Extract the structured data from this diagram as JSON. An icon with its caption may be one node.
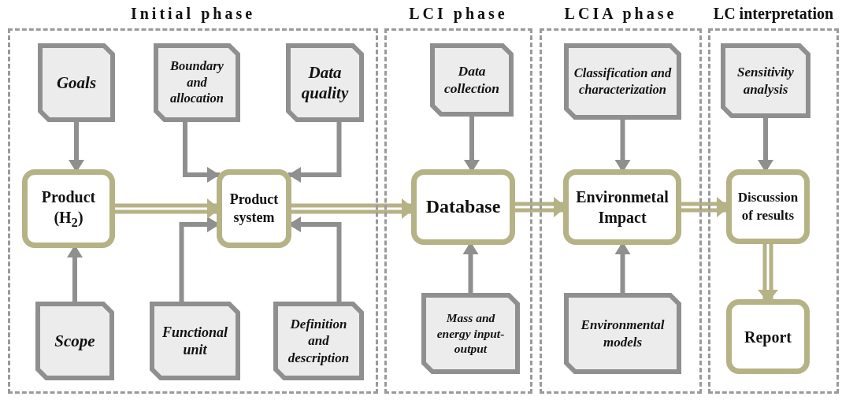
{
  "diagram": {
    "nodes": [
      {
        "text": [
          "Initial phase"
        ]
      },
      {
        "text": [
          "Goals"
        ],
        "in": 0
      },
      {
        "text": [
          "Boundary and allocation"
        ],
        "in": 0
      },
      {
        "text": [
          "Data quality"
        ],
        "in": 0
      },
      {
        "text": [
          "Product (H$_{2}$)"
        ],
        "in": 0
      },
      {
        "text": [
          "Product system"
        ],
        "in": 0
      },
      {
        "text": [
          "Scope"
        ],
        "in": 0
      },
      {
        "text": [
          "Functional unit"
        ],
        "in": 0
      },
      {
        "text": [
          "Definition and description"
        ],
        "in": 0
      },
      {
        "text": [
          "LCI phase"
        ]
      },
      {
        "text": [
          "Data collection"
        ],
        "in": 9
      },
      {
        "text": [
          "Database"
        ],
        "in": 9
      },
      {
        "text": [
          "Mass and energy input-output"
        ],
        "in": 9
      },
      {
        "text": [
          "LCIA phase"
        ]
      },
      {
        "text": [
          "Classification and characterization"
        ],
        "in": 13
      },
      {
        "text": [
          "Environmetal Impact"
        ],
        "in": 13
      },
      {
        "text": [
          "Environmental models"
        ],
        "in": 13
      },
      {
        "text": [
          "LC interpretation"
        ]
      },
      {
        "text": [
          "Sensitivity analysis"
        ],
        "in": 17
      },
      {
        "text": [
          "Discussion of results"
        ],
        "in": 17
      },
      {
        "text": [
          "Report"
        ],
        "in": 17
      }
    ],
    "edges": [
      {
        "from": 1,
        "to": 4,
        "arrow": "to"
      },
      {
        "from": 6,
        "to": 4,
        "arrow": "to"
      },
      {
        "from": 2,
        "to": 5,
        "arrow": "to"
      },
      {
        "from": 3,
        "to": 5,
        "arrow": "to"
      },
      {
        "from": 7,
        "to": 5,
        "arrow": "to"
      },
      {
        "from": 8,
        "to": 5,
        "arrow": "to"
      },
      {
        "from": 4,
        "to": 5,
        "arrow": "to",
        "style": "thick",
        "color": "#b5b286"
      },
      {
        "from": 10,
        "to": 11,
        "arrow": "to"
      },
      {
        "from": 12,
        "to": 11,
        "arrow": "to"
      },
      {
        "from": 5,
        "to": 11,
        "arrow": "to",
        "style": "thick",
        "color": "#b5b286"
      },
      {
        "from": 14,
        "to": 15,
        "arrow": "to"
      },
      {
        "from": 16,
        "to": 15,
        "arrow": "to"
      },
      {
        "from": 11,
        "to": 15,
        "arrow": "to",
        "style": "thick",
        "color": "#b5b286"
      },
      {
        "from": 15,
        "to": 19,
        "arrow": "to",
        "style": "thick",
        "color": "#b5b286"
      },
      {
        "from": 18,
        "to": 19,
        "arrow": "to"
      },
      {
        "from": 19,
        "to": 20,
        "arrow": "to",
        "style": "thick",
        "color": "#b5b286"
      }
    ]
  }
}
